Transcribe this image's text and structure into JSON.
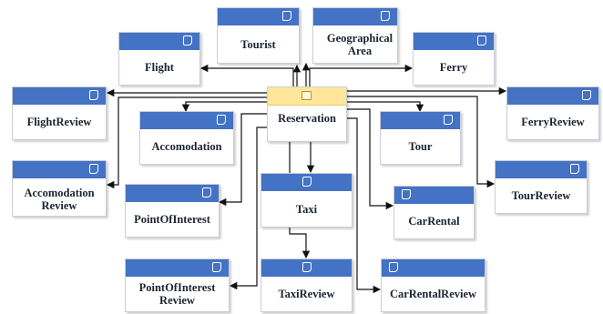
{
  "diagram": {
    "center": {
      "id": "reservation",
      "label": "Reservation"
    },
    "entities": [
      {
        "id": "tourist",
        "label": "Tourist"
      },
      {
        "id": "geographical-area",
        "label": "Geographical\nArea"
      },
      {
        "id": "flight",
        "label": "Flight"
      },
      {
        "id": "ferry",
        "label": "Ferry"
      },
      {
        "id": "flight-review",
        "label": "FlightReview"
      },
      {
        "id": "ferry-review",
        "label": "FerryReview"
      },
      {
        "id": "accomodation",
        "label": "Accomodation"
      },
      {
        "id": "tour",
        "label": "Tour"
      },
      {
        "id": "accomodation-review",
        "label": "Accomodation\nReview"
      },
      {
        "id": "tour-review",
        "label": "TourReview"
      },
      {
        "id": "point-of-interest",
        "label": "PointOfInterest"
      },
      {
        "id": "taxi",
        "label": "Taxi"
      },
      {
        "id": "car-rental",
        "label": "CarRental"
      },
      {
        "id": "point-of-interest-review",
        "label": "PointOfInterest\nReview"
      },
      {
        "id": "taxi-review",
        "label": "TaxiReview"
      },
      {
        "id": "car-rental-review",
        "label": "CarRentalReview"
      }
    ],
    "relations": [
      {
        "from": "reservation",
        "to": "tourist"
      },
      {
        "from": "reservation",
        "to": "geographical-area"
      },
      {
        "from": "reservation",
        "to": "flight"
      },
      {
        "from": "reservation",
        "to": "ferry"
      },
      {
        "from": "reservation",
        "to": "flight-review"
      },
      {
        "from": "reservation",
        "to": "ferry-review"
      },
      {
        "from": "reservation",
        "to": "accomodation"
      },
      {
        "from": "reservation",
        "to": "tour"
      },
      {
        "from": "reservation",
        "to": "accomodation-review"
      },
      {
        "from": "reservation",
        "to": "tour-review"
      },
      {
        "from": "reservation",
        "to": "point-of-interest"
      },
      {
        "from": "reservation",
        "to": "taxi"
      },
      {
        "from": "reservation",
        "to": "car-rental"
      },
      {
        "from": "reservation",
        "to": "point-of-interest-review"
      },
      {
        "from": "reservation",
        "to": "taxi-review"
      },
      {
        "from": "reservation",
        "to": "car-rental-review"
      }
    ],
    "colors": {
      "header": "#4472c4",
      "center_header": "#ffe699",
      "line": "#111111"
    }
  }
}
